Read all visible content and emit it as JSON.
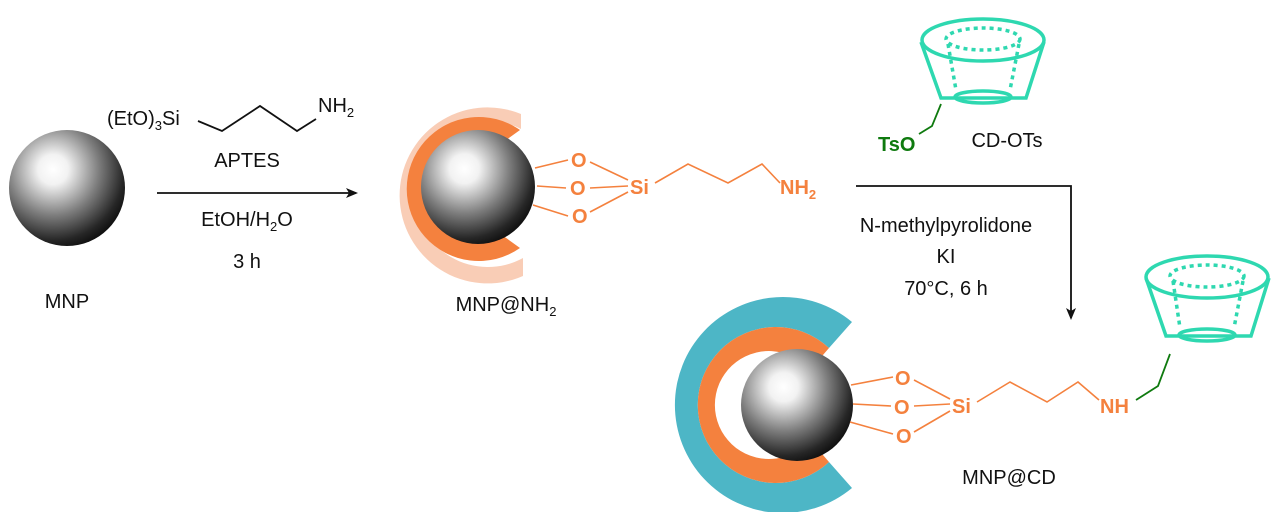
{
  "reagent1": {
    "formula": "(EtO)3Si",
    "etoxy": "(EtO)",
    "sub3": "3",
    "si": "Si",
    "amine": "NH",
    "amine_sub": "2",
    "name": "APTES"
  },
  "conditions1": {
    "solvent_main": "EtOH/H",
    "solvent_sub": "2",
    "solvent_end": "O",
    "time": "3 h"
  },
  "mnp": {
    "label": "MNP"
  },
  "mnp_nh2": {
    "label_main": "MNP@NH",
    "label_sub": "2",
    "oxygen": "O",
    "silicon": "Si",
    "amine": "NH",
    "amine_sub": "2"
  },
  "cd_ots": {
    "tso": "TsO",
    "label": "CD-OTs"
  },
  "conditions2": {
    "solvent": "N-methylpyrolidone",
    "salt": "KI",
    "temp_time": "70°C, 6 h"
  },
  "mnp_cd": {
    "label": "MNP@CD",
    "oxygen": "O",
    "silicon": "Si",
    "amine": "NH"
  },
  "colors": {
    "orange": "#f4813e",
    "teal": "#4db6c6",
    "cd_green": "#2ed8b0",
    "tso_green": "#0f7a0f"
  }
}
